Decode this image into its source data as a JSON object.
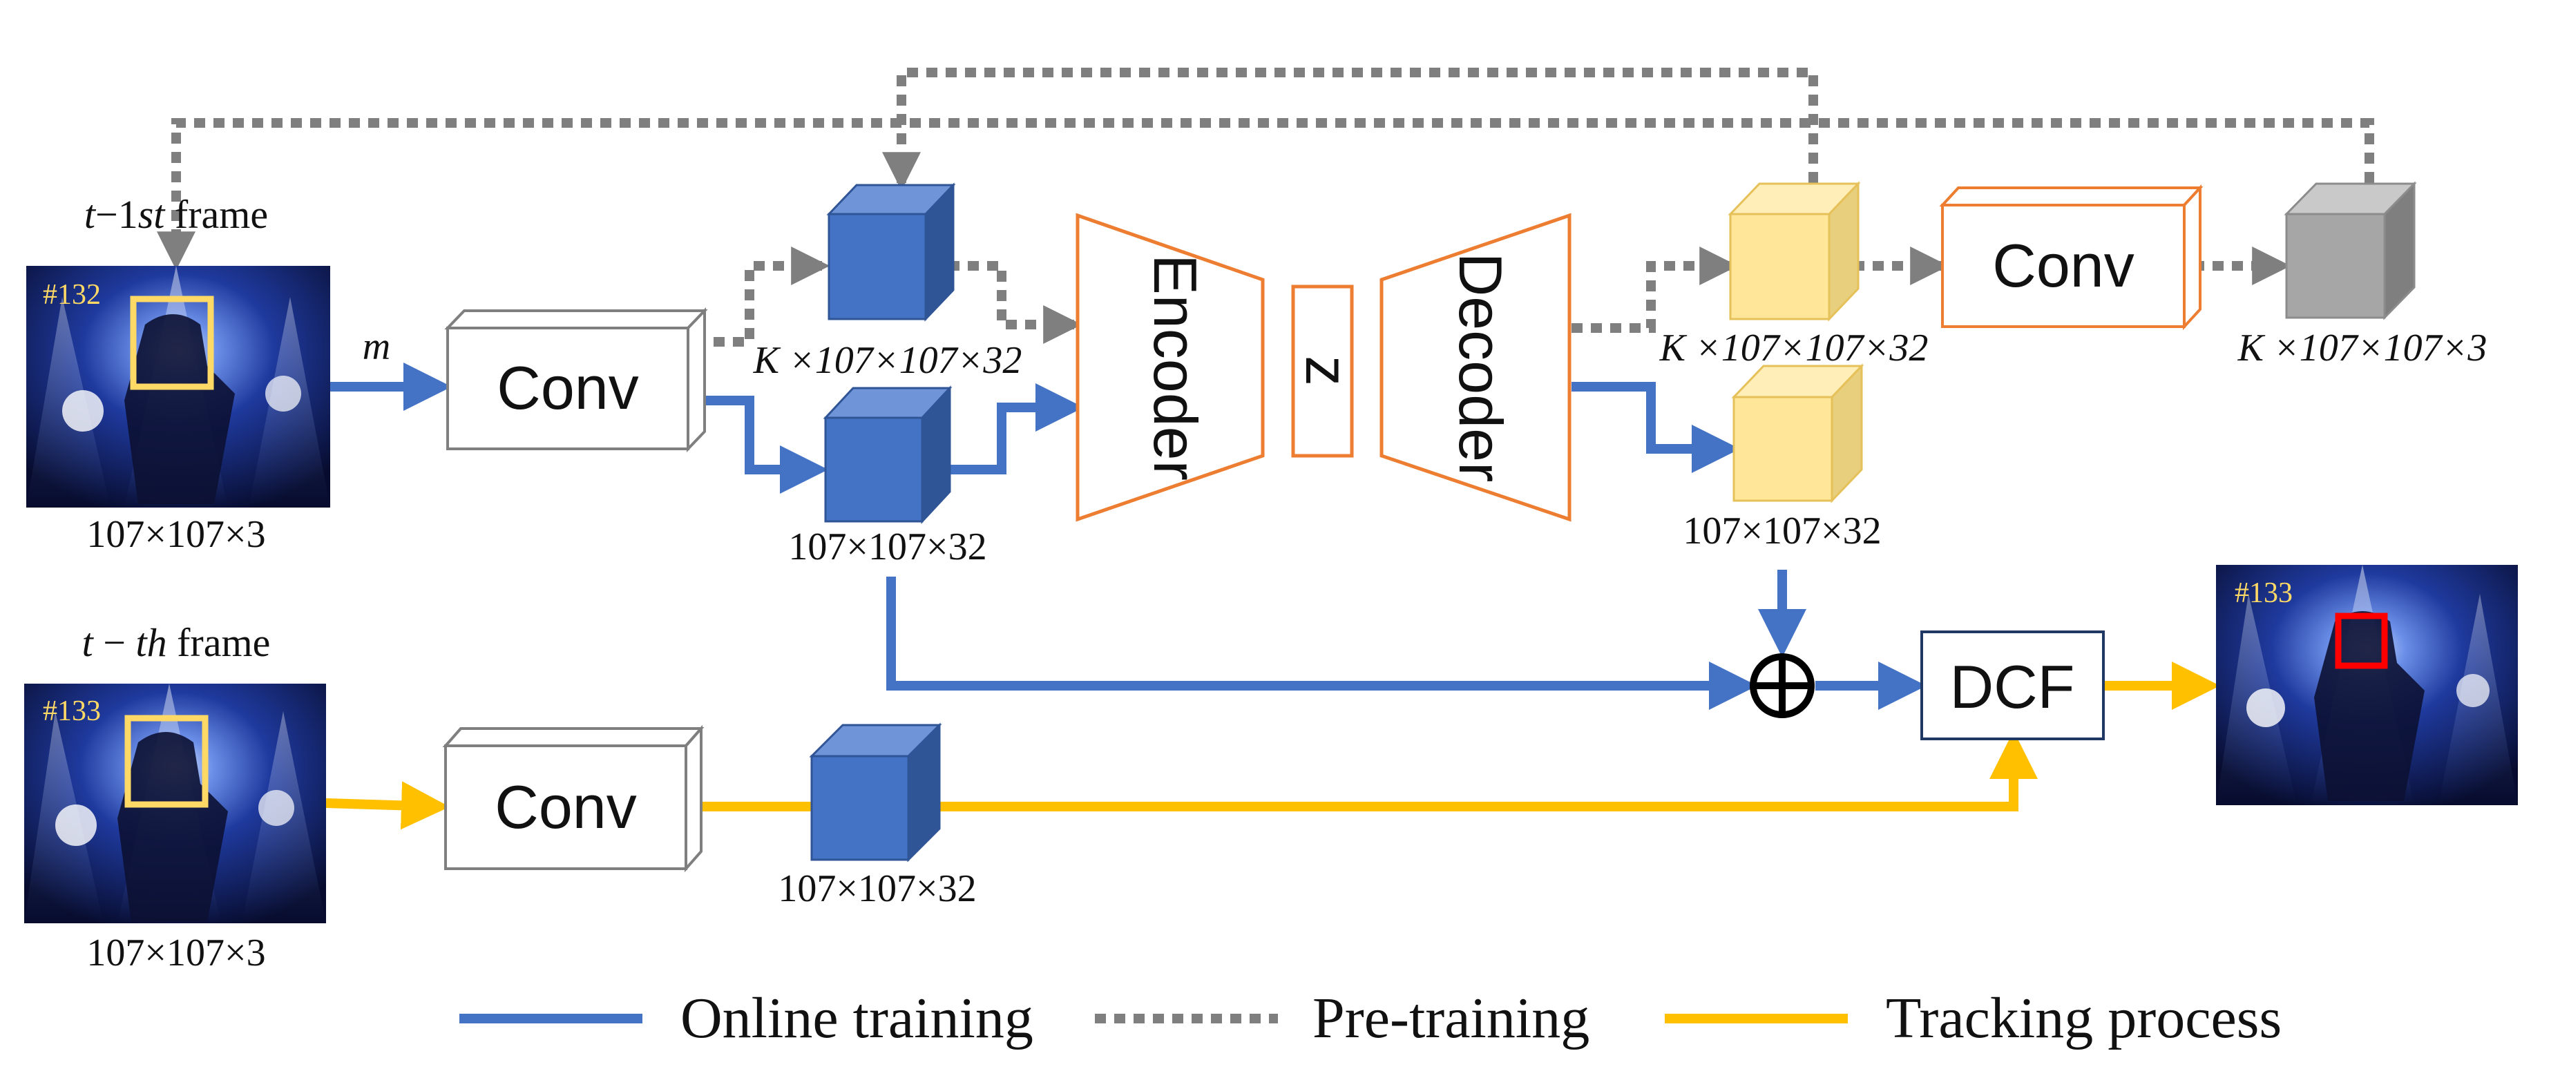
{
  "frames": {
    "prev": {
      "caption_italic": "t",
      "caption_math": "−1",
      "caption_italic2": "st",
      "caption_text": " frame",
      "frame_number": "#132",
      "size": "107×107×3"
    },
    "curr": {
      "caption_italic": "t",
      "caption_math": " − ",
      "caption_italic2": "th",
      "caption_text": " frame",
      "frame_number": "#133",
      "size": "107×107×3"
    },
    "output": {
      "frame_number": "#133"
    }
  },
  "mask_label": "m",
  "blocks": {
    "conv_top": "Conv",
    "conv_bottom": "Conv",
    "encoder": "Encoder",
    "latent": "z",
    "decoder": "Decoder",
    "conv_right": "Conv",
    "dcf": "DCF"
  },
  "feature_labels": {
    "pre_feature": "K ×107×107×32",
    "online_feature": "107×107×32",
    "decoded_pre": "K ×107×107×32",
    "decoded_online": "107×107×32",
    "rgb_output": "K ×107×107×3",
    "track_feature": "107×107×32"
  },
  "operator_symbol": "⊕",
  "legend": {
    "online": "Online training",
    "pre": "Pre-training",
    "tracking": "Tracking process"
  },
  "colors": {
    "online": "#4472c4",
    "pretrain": "#7f7f7f",
    "tracking": "#ffc000",
    "encoder_decoder": "#ed7d31",
    "cube_blue": "#4472c4",
    "cube_yellow": "#ffe699",
    "cube_gray": "#a6a6a6",
    "dcf_border": "#1f3864",
    "frame_box": "#ffd966",
    "target_box": "#ff0000"
  }
}
